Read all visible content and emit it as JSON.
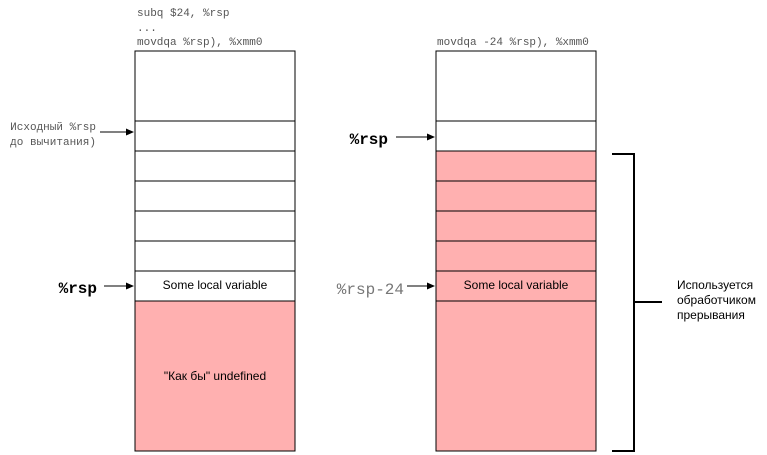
{
  "left_stack": {
    "code_lines": [
      "subq $24, %rsp",
      "...",
      "movdqa  %rsp), %xmm0"
    ],
    "orig_rsp_label_lines": [
      "Исходный %rsp",
      " до вычитания)"
    ],
    "rsp_label": "%rsp",
    "local_var_label": "Some local variable",
    "undefined_label": "\"Как бы\" undefined"
  },
  "right_stack": {
    "code_line": "movdqa -24 %rsp), %xmm0",
    "rsp_label": "%rsp",
    "rsp_minus_label": "%rsp-24",
    "local_var_label": "Some local variable",
    "interrupt_label_lines": [
      "Используется",
      "обработчиком",
      "прерывания"
    ]
  },
  "colors": {
    "highlight": "#ffb0b0",
    "border": "#000000",
    "background": "#ffffff"
  }
}
